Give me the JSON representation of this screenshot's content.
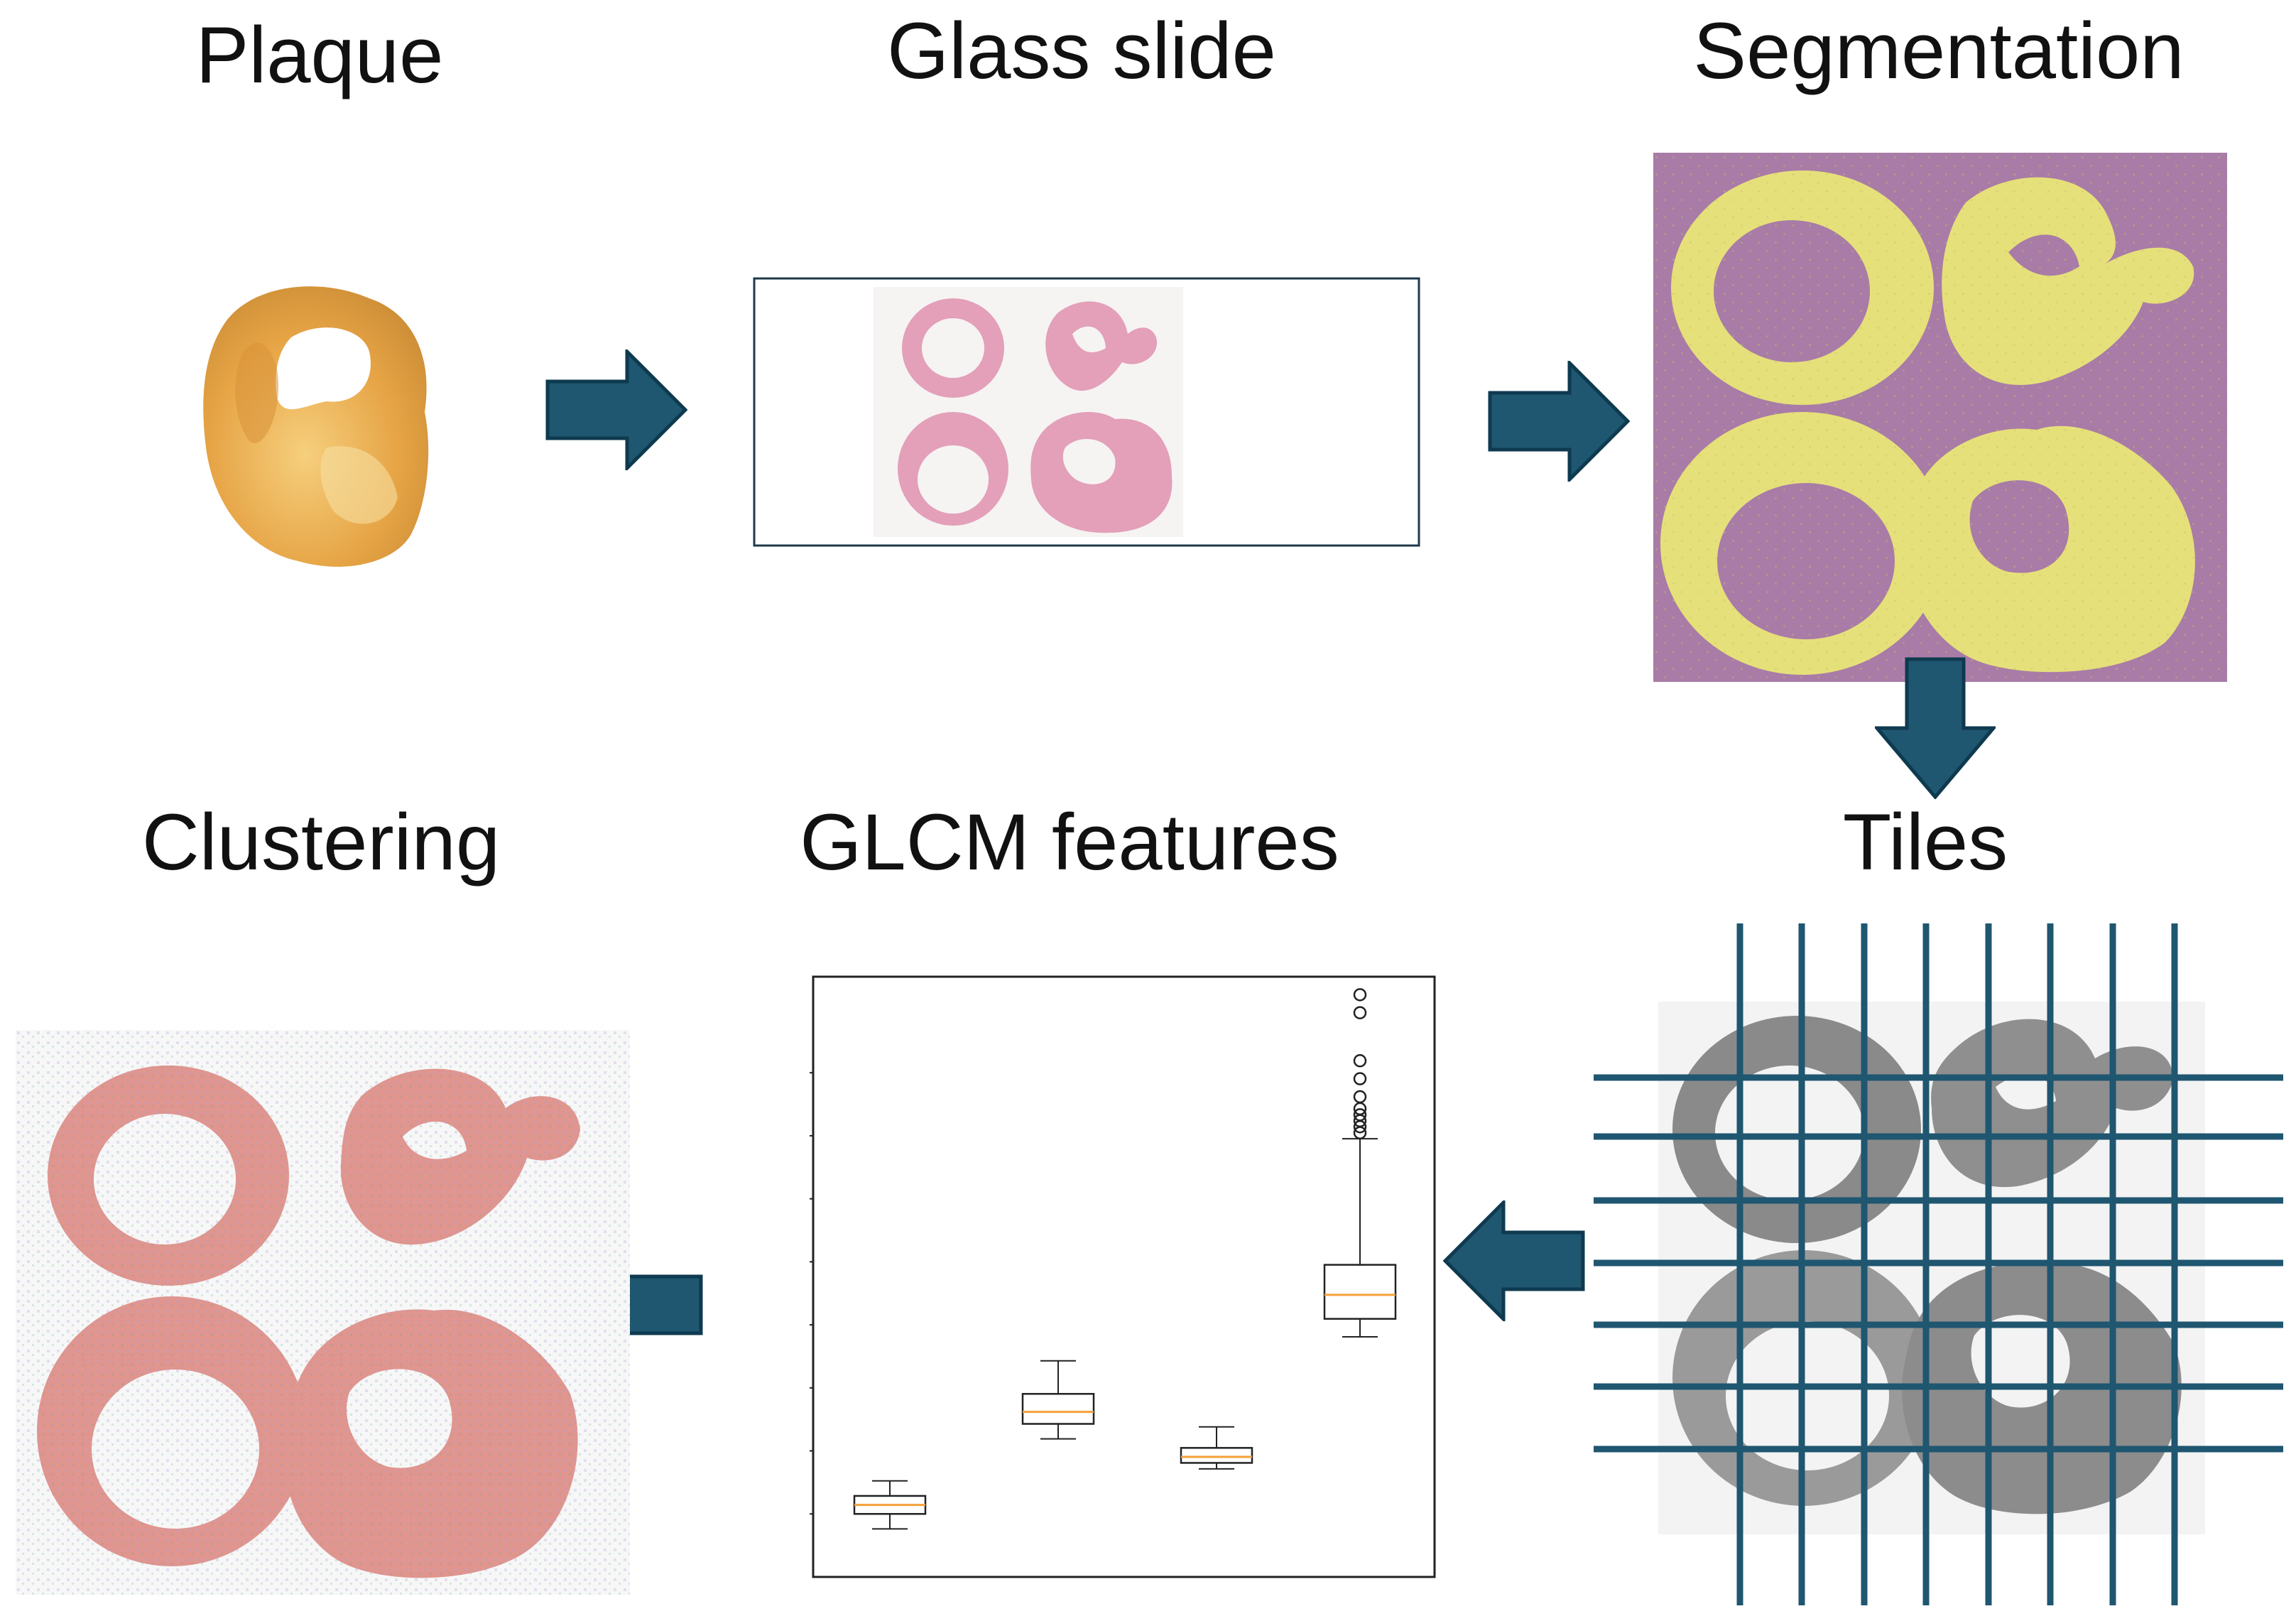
{
  "steps": {
    "plaque": {
      "title": "Plaque"
    },
    "glass_slide": {
      "title": "Glass slide"
    },
    "segmentation": {
      "title": "Segmentation"
    },
    "tiles": {
      "title": "Tiles"
    },
    "glcm": {
      "title": "GLCM features"
    },
    "clustering": {
      "title": "Clustering"
    }
  },
  "colors": {
    "arrow": "#1f5670",
    "arrow_outline": "#0e3a4f",
    "segmentation_background": "#a87ca6",
    "segmentation_tissue": "#e6e07a",
    "grid_lines": "#1f5670",
    "he_stain": "#e3a0b8",
    "cluster_red": "#e0958f",
    "cluster_blue": "#a9a2d6",
    "cluster_green": "#5aa88f",
    "box_median": "#f4a03a"
  },
  "icons": [
    "arrow-right-icon",
    "arrow-down-icon",
    "arrow-left-icon"
  ],
  "chart_data": {
    "type": "box",
    "title": "",
    "xlabel": "",
    "ylabel": "",
    "x_tick_labels": [],
    "y_tick_labels": [],
    "boxes": [
      {
        "whisker_low": 0.08,
        "q1": 0.105,
        "median": 0.12,
        "q3": 0.135,
        "whisker_high": 0.16,
        "outliers": []
      },
      {
        "whisker_low": 0.23,
        "q1": 0.255,
        "median": 0.275,
        "q3": 0.305,
        "whisker_high": 0.36,
        "outliers": []
      },
      {
        "whisker_low": 0.18,
        "q1": 0.19,
        "median": 0.2,
        "q3": 0.215,
        "whisker_high": 0.25,
        "outliers": []
      },
      {
        "whisker_low": 0.4,
        "q1": 0.43,
        "median": 0.47,
        "q3": 0.52,
        "whisker_high": 0.73,
        "outliers": [
          0.74,
          0.75,
          0.76,
          0.77,
          0.78,
          0.8,
          0.83,
          0.86,
          0.94,
          0.97
        ]
      }
    ],
    "ylim": [
      0,
      1
    ]
  }
}
